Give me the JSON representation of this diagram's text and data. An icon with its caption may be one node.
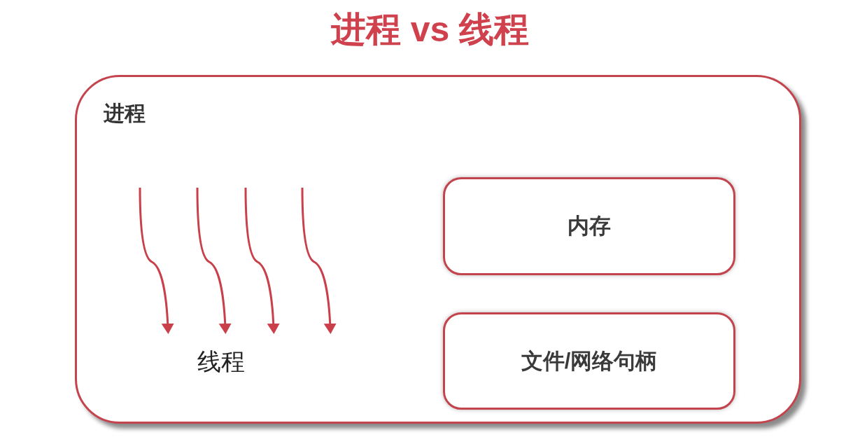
{
  "diagram": {
    "title": "进程 vs 线程",
    "nodes": [
      {
        "text": [
          "进程"
        ]
      },
      {
        "text": [
          "内存"
        ],
        "in": 0
      },
      {
        "text": [
          "文件/网络句柄"
        ],
        "in": 0
      }
    ],
    "labels": [
      "线程"
    ]
  }
}
